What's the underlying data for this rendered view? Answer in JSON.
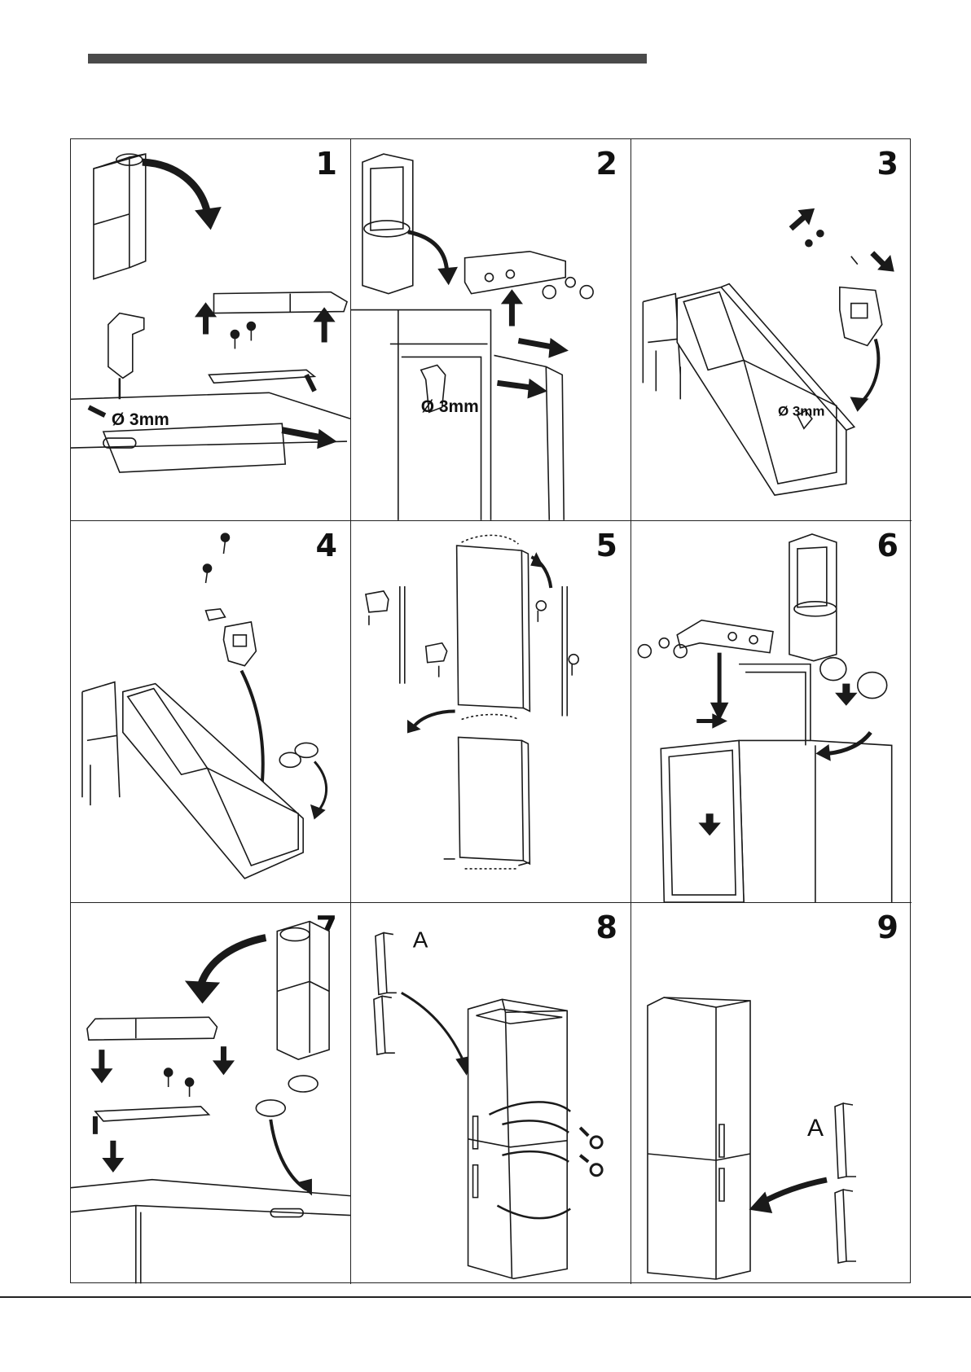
{
  "steps": [
    {
      "number": "1",
      "labels": [
        "Ø 3mm"
      ]
    },
    {
      "number": "2",
      "labels": [
        "Ø 3mm"
      ]
    },
    {
      "number": "3",
      "labels": [
        "Ø 3mm"
      ]
    },
    {
      "number": "4",
      "labels": []
    },
    {
      "number": "5",
      "labels": []
    },
    {
      "number": "6",
      "labels": []
    },
    {
      "number": "7",
      "labels": []
    },
    {
      "number": "8",
      "labels": [
        "A"
      ]
    },
    {
      "number": "9",
      "labels": [
        "A"
      ]
    }
  ],
  "icons": [
    "drill-icon",
    "screw-icon",
    "hinge-icon",
    "arrow-icon",
    "plug-cap-icon",
    "handle-icon",
    "fridge-icon"
  ],
  "colors": {
    "line": "#1a1a1a",
    "bar": "#4a4a4a",
    "background": "#ffffff"
  }
}
